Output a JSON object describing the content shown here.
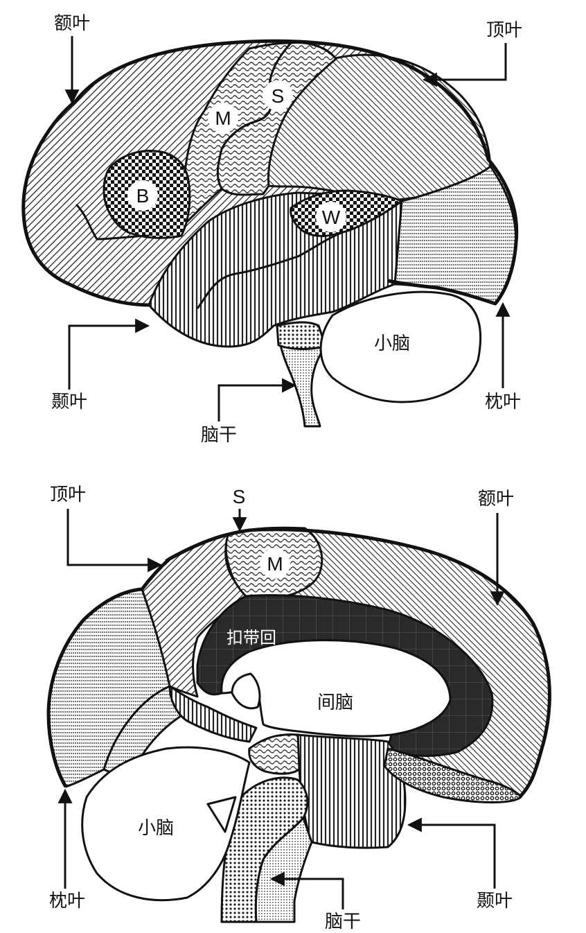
{
  "lateral": {
    "labels": {
      "frontal": "额叶",
      "parietal": "顶叶",
      "temporal": "颞叶",
      "occipital": "枕叶",
      "brainstem": "脑干",
      "cerebellum": "小脑"
    },
    "markers": {
      "broca": "B",
      "motor": "M",
      "sensory": "S",
      "wernicke": "W"
    }
  },
  "medial": {
    "labels": {
      "parietal": "顶叶",
      "frontal": "额叶",
      "occipital": "枕叶",
      "temporal": "颞叶",
      "brainstem": "脑干",
      "cerebellum": "小脑",
      "cingulate": "扣带回",
      "diencephalon": "间脑"
    },
    "markers": {
      "sensory": "S",
      "motor": "M"
    }
  }
}
